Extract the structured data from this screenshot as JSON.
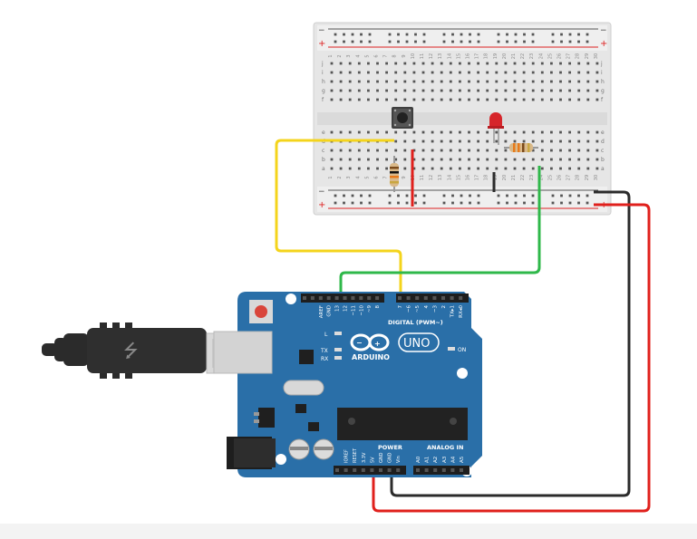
{
  "breadboard": {
    "rail_minus": "−",
    "rail_plus": "+",
    "row_letters_top": [
      "j",
      "i",
      "h",
      "g",
      "f"
    ],
    "row_letters_bottom": [
      "e",
      "d",
      "c",
      "b",
      "a"
    ],
    "columns": [
      "1",
      "2",
      "3",
      "4",
      "5",
      "6",
      "7",
      "8",
      "9",
      "10",
      "11",
      "12",
      "13",
      "14",
      "15",
      "16",
      "17",
      "18",
      "19",
      "20",
      "21",
      "22",
      "23",
      "24",
      "25",
      "26",
      "27",
      "28",
      "29",
      "30"
    ]
  },
  "arduino": {
    "logo_text": "ARDUINO",
    "uno_label": "UNO",
    "digital_label": "DIGITAL (PWM~)",
    "power_label": "POWER",
    "analog_label": "ANALOG IN",
    "on_label": "ON",
    "led_l": "L",
    "led_tx": "TX",
    "led_rx": "RX",
    "digital_pins": [
      "AREF",
      "GND",
      "13",
      "12",
      "~11",
      "~10",
      "~9",
      "8",
      "7",
      "~6",
      "~5",
      "4",
      "~3",
      "2",
      "TX▸1",
      "RX◂0"
    ],
    "power_pins": [
      "IOREF",
      "RESET",
      "3.3V",
      "5V",
      "GND",
      "GND",
      "Vin"
    ],
    "analog_pins": [
      "A0",
      "A1",
      "A2",
      "A3",
      "A4",
      "A5"
    ]
  },
  "colors": {
    "board": "#2a6fa8",
    "board_dark": "#1f5a8c",
    "breadboard": "#e4e4e4",
    "wire_yellow": "#f4d41c",
    "wire_green": "#2fb84a",
    "wire_black": "#2b2b2b",
    "wire_red": "#e0201c",
    "led_red": "#d6252a"
  }
}
